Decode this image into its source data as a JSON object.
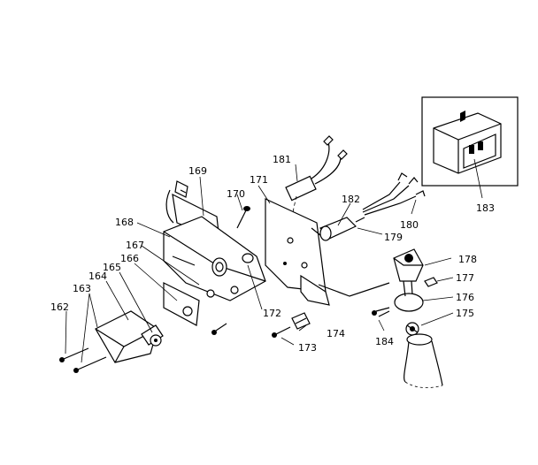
{
  "labels": {
    "l162": "162",
    "l163": "163",
    "l164": "164",
    "l165": "165",
    "l166": "166",
    "l167": "167",
    "l168": "168",
    "l169": "169",
    "l170": "170",
    "l171": "171",
    "l172": "172",
    "l173": "173",
    "l174": "174",
    "l175": "175",
    "l176": "176",
    "l177": "177",
    "l178": "178",
    "l179": "179",
    "l180": "180",
    "l181": "181",
    "l182": "182",
    "l183": "183",
    "l184": "184"
  }
}
